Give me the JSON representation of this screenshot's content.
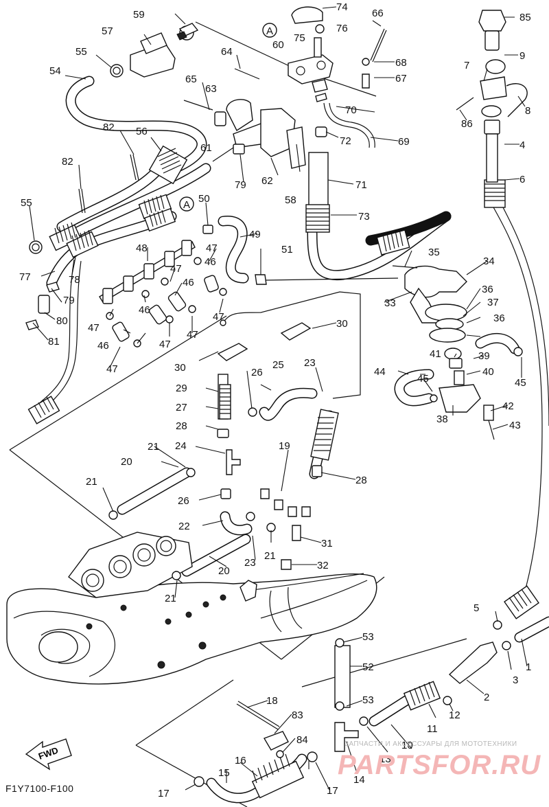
{
  "diagram": {
    "code": "F1Y7100-F100",
    "fwd_label": "FWD",
    "ref_marker": "A",
    "watermark": {
      "caption": "ЗАПЧАСТИ И АКСЕССУАРЫ ДЛЯ МОТОТЕХНИКИ",
      "logo": "PARTSFOR.RU"
    },
    "callouts": [
      "1",
      "2",
      "3",
      "4",
      "5",
      "6",
      "7",
      "8",
      "9",
      "10",
      "11",
      "12",
      "13",
      "14",
      "15",
      "16",
      "17",
      "18",
      "19",
      "20",
      "21",
      "22",
      "23",
      "24",
      "25",
      "26",
      "27",
      "28",
      "29",
      "30",
      "31",
      "32",
      "33",
      "34",
      "35",
      "36",
      "37",
      "38",
      "39",
      "40",
      "41",
      "42",
      "43",
      "44",
      "45",
      "46",
      "47",
      "48",
      "49",
      "50",
      "51",
      "52",
      "53",
      "54",
      "55",
      "56",
      "57",
      "58",
      "59",
      "60",
      "61",
      "62",
      "63",
      "64",
      "65",
      "66",
      "67",
      "68",
      "69",
      "70",
      "71",
      "72",
      "73",
      "74",
      "75",
      "76",
      "77",
      "78",
      "79",
      "80",
      "81",
      "82",
      "83",
      "84",
      "85",
      "86"
    ]
  }
}
